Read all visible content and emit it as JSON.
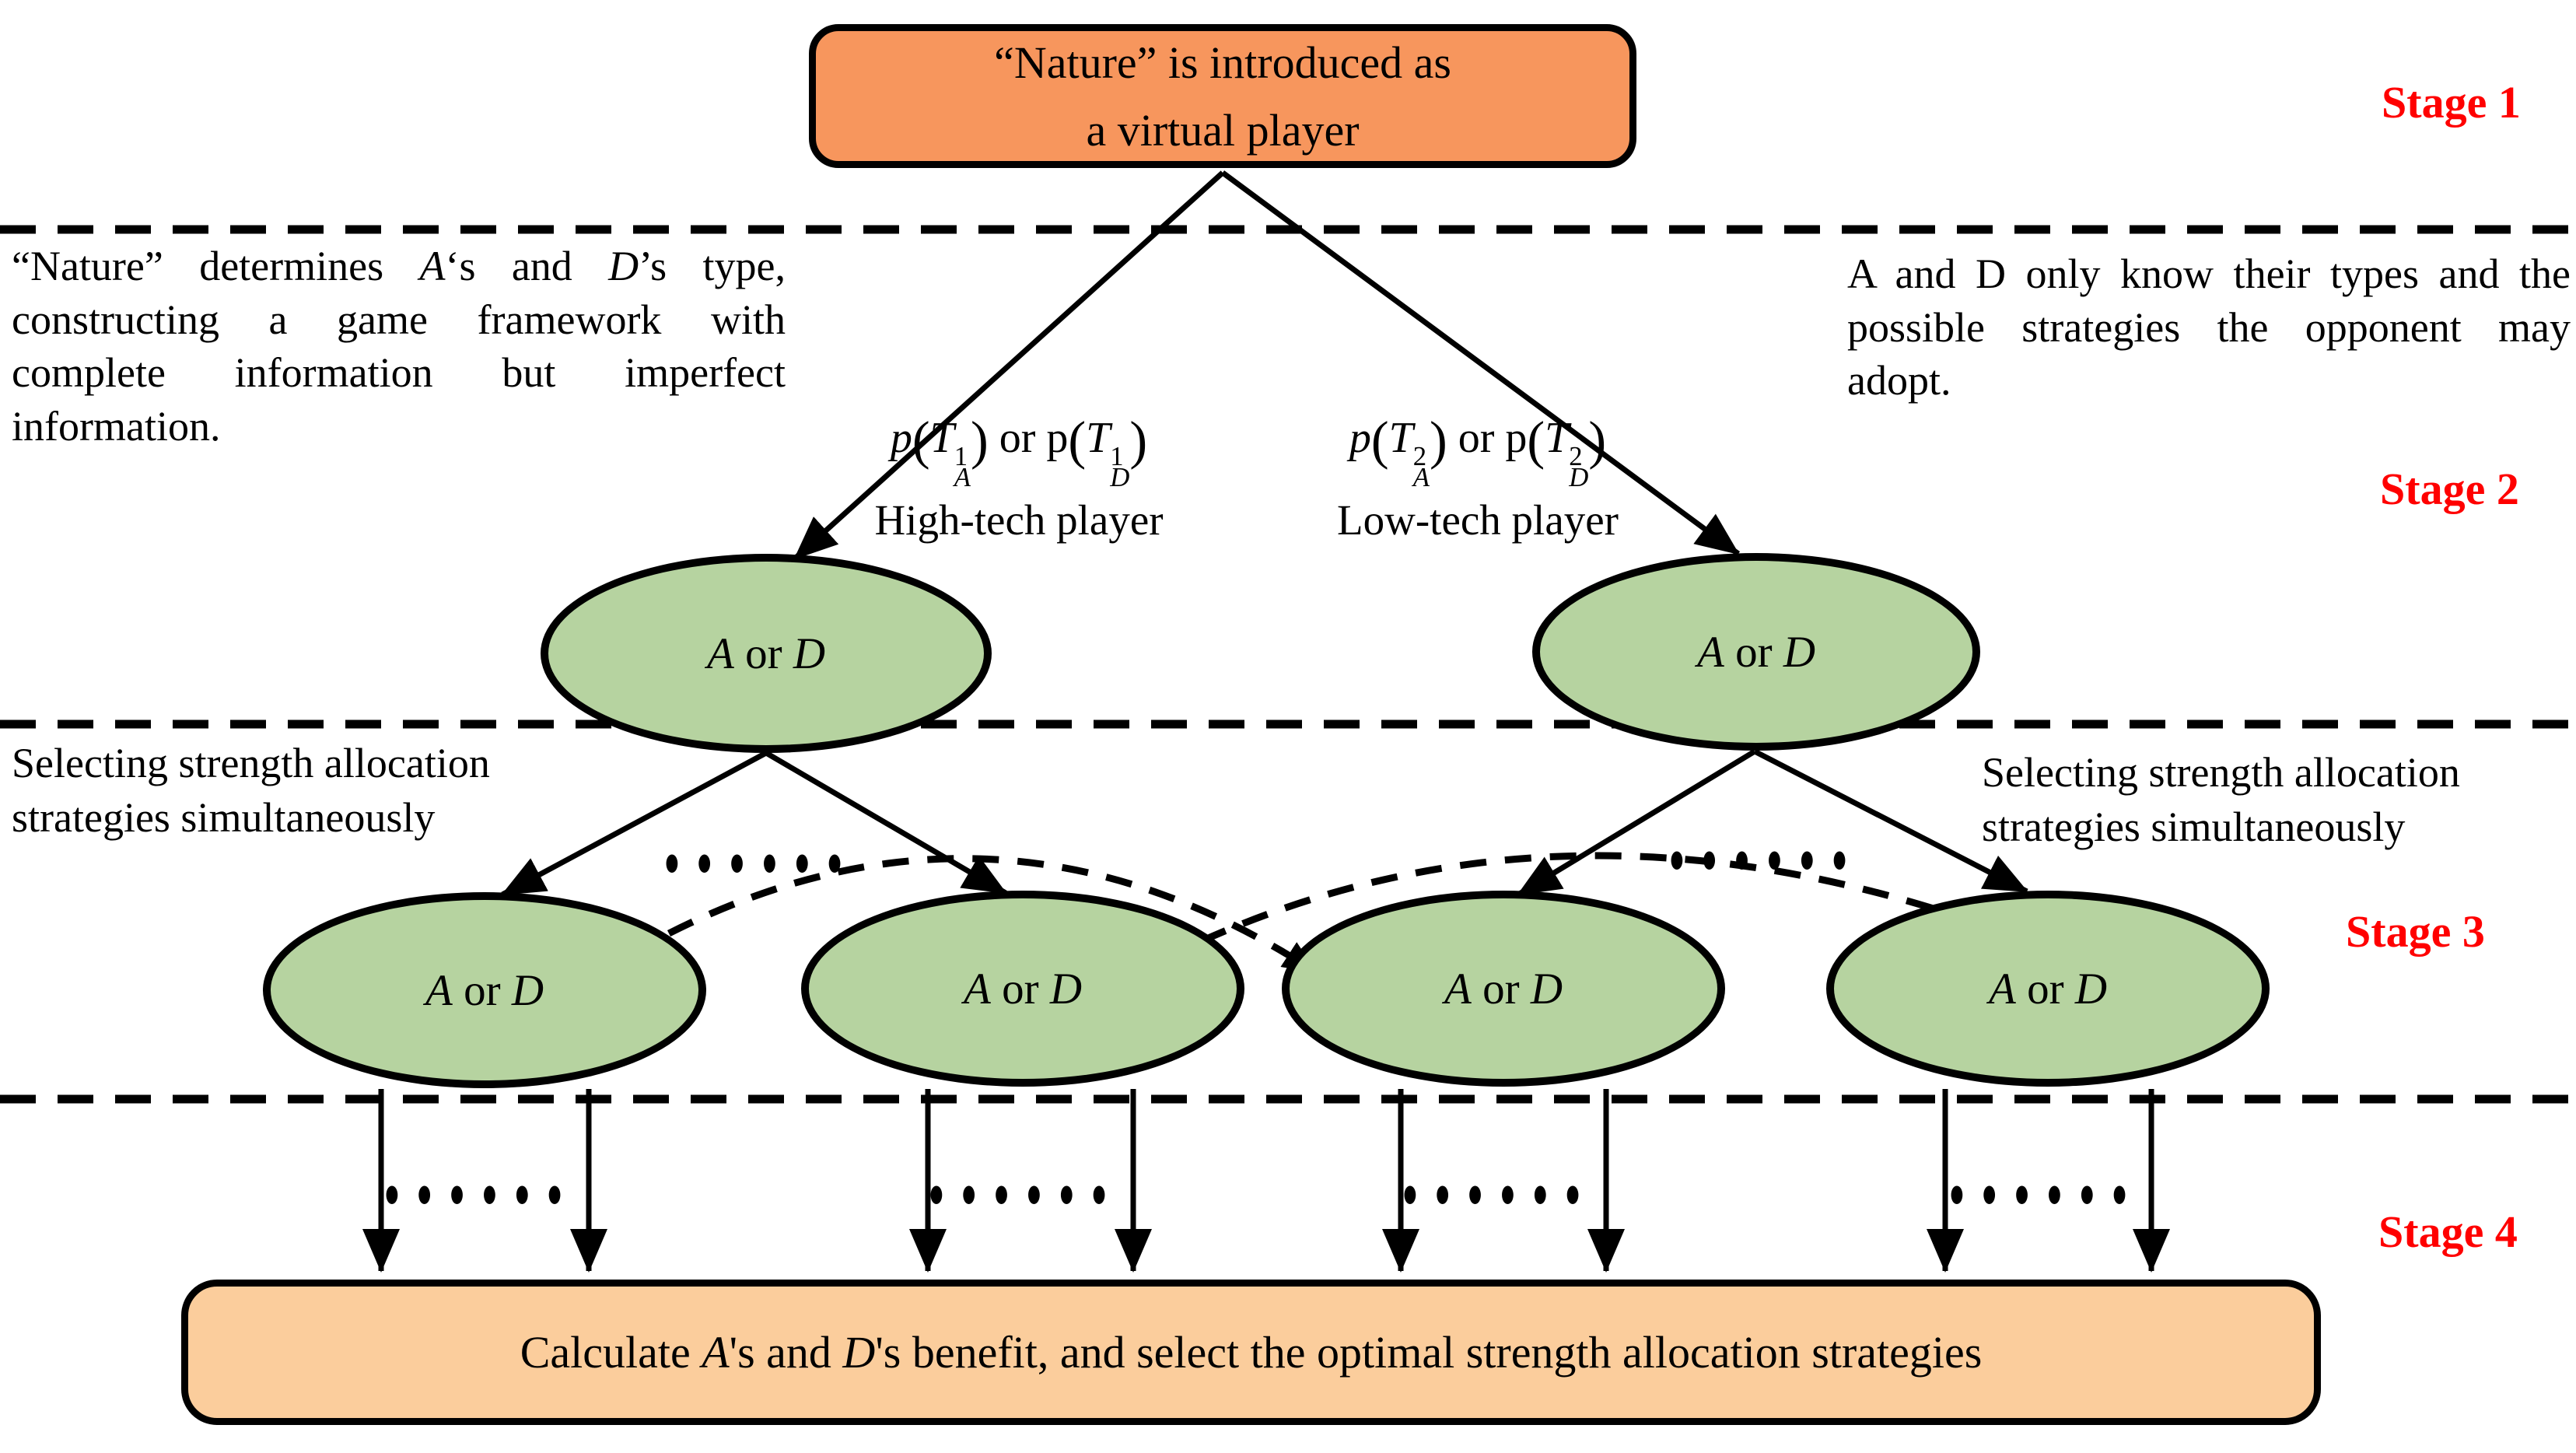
{
  "colors": {
    "stage_label_red": "#FF0000",
    "nature_box_orange": "#F7965D",
    "final_box_peach": "#FBCD9C",
    "node_green": "#B6D3A0",
    "line_black": "#000000"
  },
  "stages": {
    "s1": "Stage 1",
    "s2": "Stage 2",
    "s3": "Stage 3",
    "s4": "Stage 4"
  },
  "nature_box": {
    "line1": "“Nature” is introduced as",
    "line2": "a virtual player"
  },
  "left_note": {
    "s1": "“Nature” determines ",
    "a": "A",
    "s2": "‘s and ",
    "d": "D",
    "s3": "’s type, constructing a game framework with complete information but imperfect information."
  },
  "right_note": "A and D only know their types and the possible strategies the opponent may adopt.",
  "select_note_left": "Selecting strength allocation strategies simultaneously",
  "select_note_right": "Selecting strength allocation strategies simultaneously",
  "branch_left": {
    "p": "p",
    "open": "(",
    "T": "T",
    "sup": "1",
    "subA": "A",
    "subD": "D",
    "close": ")",
    "or": " or ",
    "label": "High-tech player"
  },
  "branch_right": {
    "p": "p",
    "open": "(",
    "T": "T",
    "sup": "2",
    "subA": "A",
    "subD": "D",
    "close": ")",
    "or": " or ",
    "label": "Low-tech player"
  },
  "node": {
    "a": "A",
    "or": " or ",
    "d": "D"
  },
  "final_box": {
    "s1": "Calculate ",
    "a": "A",
    "s2": "'s and ",
    "d": "D",
    "s3": "'s benefit, and select the optimal strength allocation strategies"
  },
  "dots": "••••••"
}
